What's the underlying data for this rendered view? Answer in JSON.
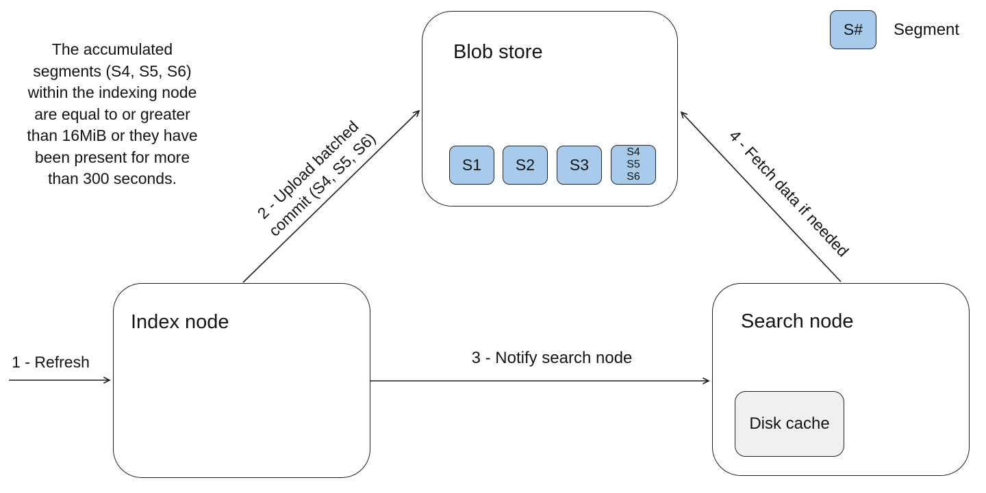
{
  "annotation": {
    "lines": [
      "The accumulated",
      "segments (S4, S5, S6)",
      "within the indexing node",
      "are equal to or greater",
      "than 16MiB or they have",
      "been present for more",
      "than 300 seconds."
    ]
  },
  "nodes": {
    "blob_store": {
      "title": "Blob store",
      "segments": [
        "S1",
        "S2",
        "S3"
      ],
      "stacked_segment": [
        "S4",
        "S5",
        "S6"
      ]
    },
    "index_node": {
      "title": "Index node"
    },
    "search_node": {
      "title": "Search node",
      "disk_cache_label": "Disk cache"
    }
  },
  "legend": {
    "symbol": "S#",
    "label": "Segment"
  },
  "arrows": {
    "refresh": {
      "label": "1 - Refresh"
    },
    "upload": {
      "label_line1": "2 - Upload batched",
      "label_line2": "commit (S4, S5, S6)"
    },
    "notify": {
      "label": "3 - Notify search node"
    },
    "fetch": {
      "label": "4 - Fetch data if needed"
    }
  },
  "colors": {
    "segment_fill": "#A9CBEB",
    "disk_cache_fill": "#F0F0F0",
    "stroke": "#1C1C1C",
    "background": "#FFFFFF"
  }
}
